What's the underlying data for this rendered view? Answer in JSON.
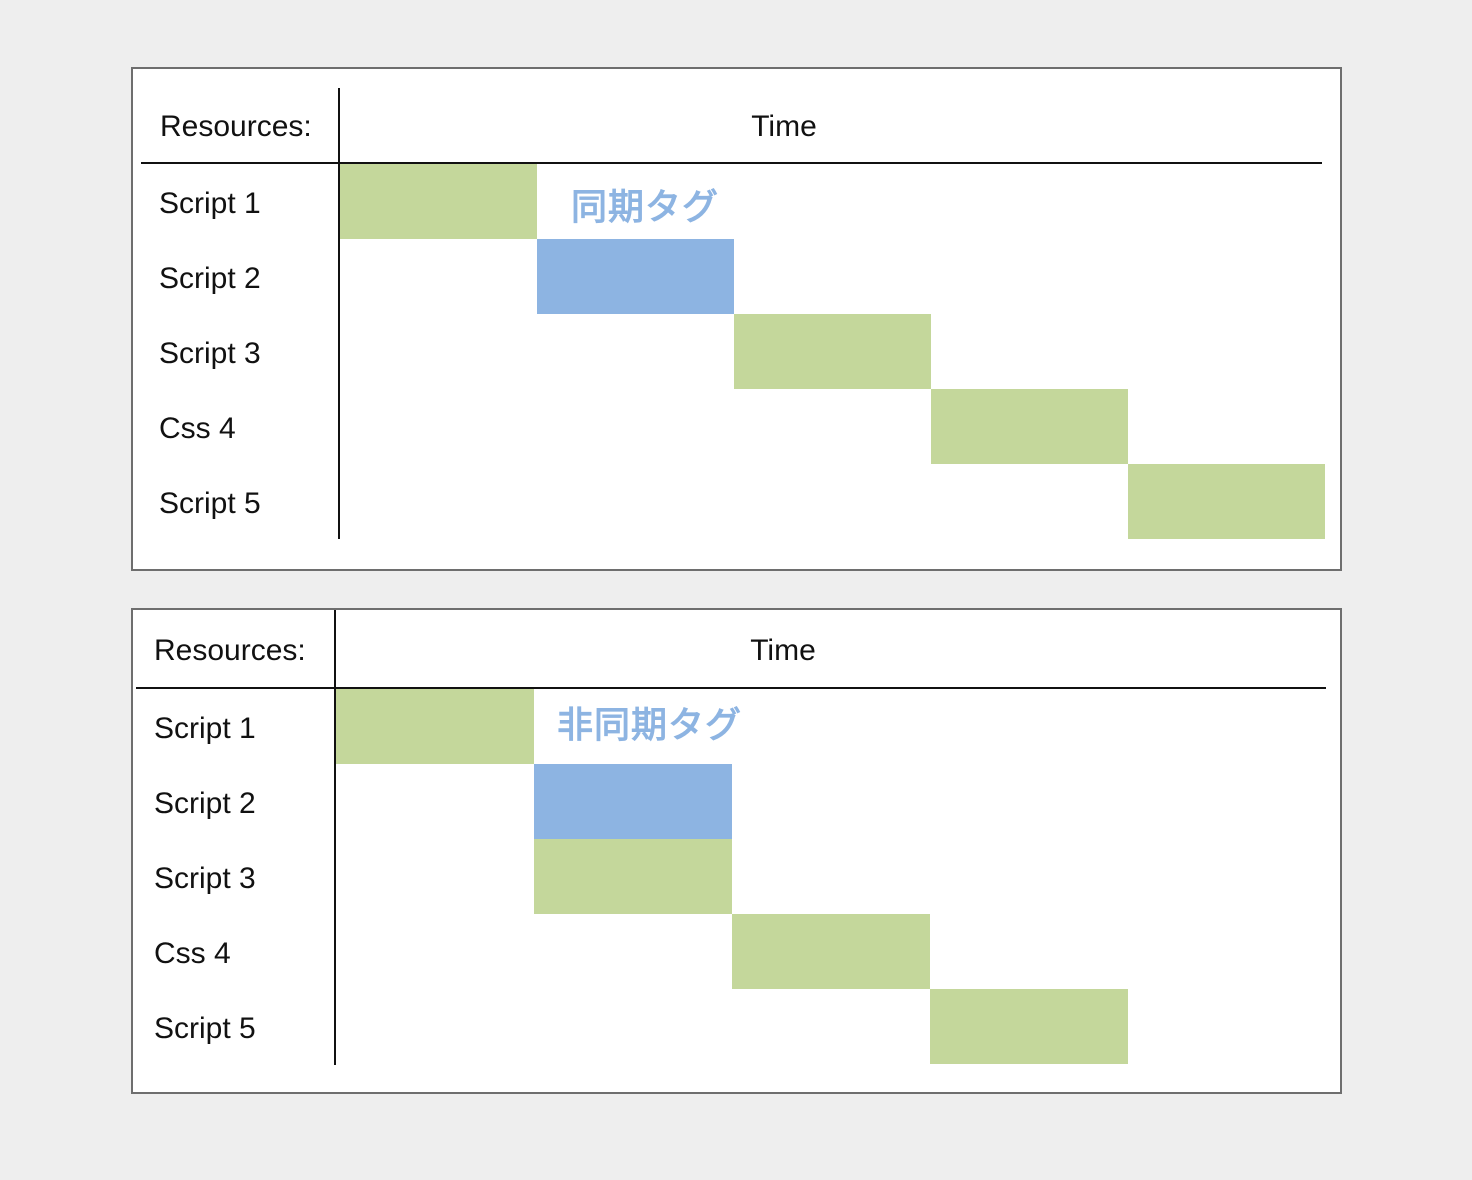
{
  "colors": {
    "page_bg": "#eeeeee",
    "sync_bar": "#c4d79b",
    "highlight_bar": "#8db4e2",
    "annotation": "#8db4e2"
  },
  "panels": [
    {
      "header": {
        "resources": "Resources:",
        "time": "Time"
      },
      "annotation": "同期タグ",
      "rows": [
        {
          "label": "Script 1",
          "start": 0,
          "end": 1,
          "highlight": false
        },
        {
          "label": "Script 2",
          "start": 1,
          "end": 2,
          "highlight": true
        },
        {
          "label": "Script 3",
          "start": 2,
          "end": 3,
          "highlight": false
        },
        {
          "label": "Css 4",
          "start": 3,
          "end": 4,
          "highlight": false
        },
        {
          "label": "Script 5",
          "start": 4,
          "end": 5,
          "highlight": false
        }
      ]
    },
    {
      "header": {
        "resources": "Resources:",
        "time": "Time"
      },
      "annotation": "非同期タグ",
      "rows": [
        {
          "label": "Script 1",
          "start": 0,
          "end": 1,
          "highlight": false
        },
        {
          "label": "Script 2",
          "start": 1,
          "end": 2,
          "highlight": true
        },
        {
          "label": "Script 3",
          "start": 1,
          "end": 2,
          "highlight": false
        },
        {
          "label": "Css 4",
          "start": 2,
          "end": 3,
          "highlight": false
        },
        {
          "label": "Script 5",
          "start": 3,
          "end": 4,
          "highlight": false
        }
      ]
    }
  ]
}
